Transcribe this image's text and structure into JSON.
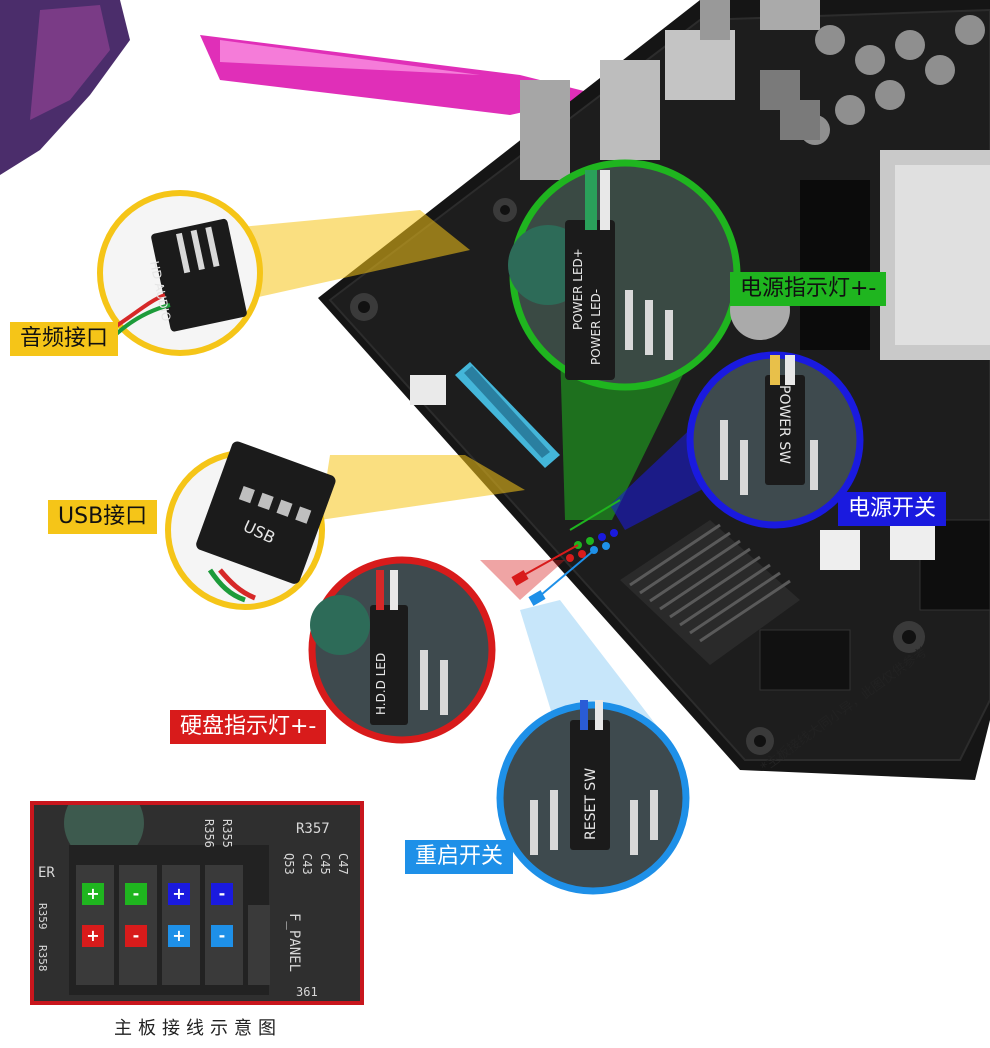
{
  "colors": {
    "yellow": "#f5c518",
    "green": "#1fb51f",
    "blue": "#1a1adf",
    "red": "#d81b1b",
    "cyan": "#1e90e8",
    "frame": "#c8161d"
  },
  "callouts": {
    "audio": "音频接口",
    "usb": "USB接口",
    "power_led": "电源指示灯+-",
    "power_sw": "电源开关",
    "hdd_led": "硬盘指示灯+-",
    "reset_sw": "重启开关"
  },
  "connectors": {
    "audio_plug": "HD AUDIO",
    "usb_plug": "USB",
    "power_led_plug_1": "POWER LED+",
    "power_led_plug_2": "POWER LED-",
    "power_sw_plug": "POWER SW",
    "hdd_led_plug": "H.D.D LED",
    "reset_sw_plug": "RESET SW"
  },
  "disclaimer": "*主板接线大同小异，此图仅供参考",
  "inset": {
    "caption": "主板接线示意图",
    "silkscreen": [
      "R357",
      "R356",
      "R355",
      "Q53",
      "C43",
      "C45",
      "C47",
      "R358",
      "R359",
      "F_PANEL",
      "361",
      "ER"
    ],
    "pins_top": [
      {
        "sign": "+",
        "color": "#1fb51f"
      },
      {
        "sign": "-",
        "color": "#1fb51f"
      },
      {
        "sign": "+",
        "color": "#1a1adf"
      },
      {
        "sign": "-",
        "color": "#1a1adf"
      }
    ],
    "pins_bottom": [
      {
        "sign": "+",
        "color": "#d81b1b"
      },
      {
        "sign": "-",
        "color": "#d81b1b"
      },
      {
        "sign": "+",
        "color": "#1e90e8"
      },
      {
        "sign": "-",
        "color": "#1e90e8"
      }
    ]
  }
}
